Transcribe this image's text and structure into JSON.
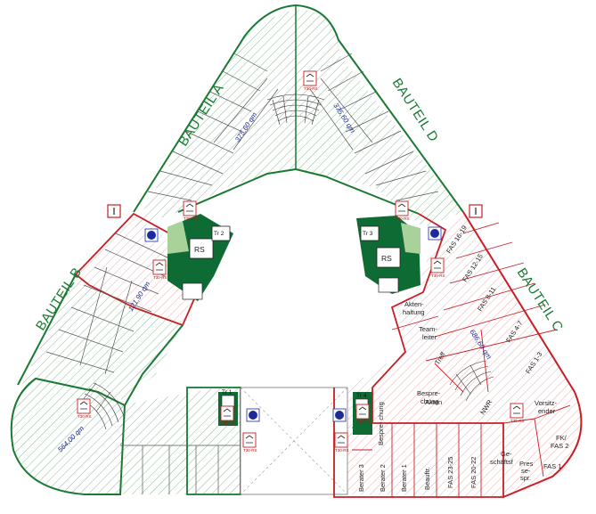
{
  "wings": {
    "a": "BAUTEIL A",
    "b": "BAUTEIL B",
    "c": "BAUTEIL C",
    "d": "BAUTEIL D"
  },
  "areas": {
    "a": "375,60 qm",
    "d": "375,60 qm",
    "b": "121,90 qm",
    "b_round": "564,00 qm",
    "c": "686,60 qm"
  },
  "rooms": {
    "rs_left": "RS",
    "rs_right": "RS",
    "tr1": "Tr 1",
    "tr2": "Tr 2",
    "tr3": "Tr 3",
    "tr4": "Tr 4",
    "fas_16_19": "FAS 16-19",
    "fas_12_15": "FAS 12-15",
    "fas_8_11": "FAS 8-11",
    "fas_4_7": "FAS 4-7",
    "fas_1_3": "FAS 1-3",
    "aktenhaltung": "Akten-\nhaltung",
    "teamleiter": "Team-\nleiter",
    "treff": "Treff",
    "nwr": "NWR",
    "vorsitzender": "Vorsitz-\nender",
    "fk_fas2": "FK/\nFAS 2",
    "fas1": "FAS 1",
    "presse": "Pres-\nse-\nspr.",
    "geschaeftsf": "Ge-\nschäftsf.",
    "fas_20_22": "FAS\n20-22",
    "fas_23_25": "FAS\n23-25",
    "beauftr": "Beauftr.",
    "berater1": "Berater 1",
    "berater2": "Berater 2",
    "berater3": "Berater 3",
    "akten": "Akten",
    "besprechung_big": "Bespre-\nchung",
    "besprechung_small": "Bespre-\nchung"
  },
  "signs": {
    "t30": "T30-RS"
  },
  "colors": {
    "green_wall": "#1a7a32",
    "red_wall": "#c81e24",
    "fill_dark_green": "#0e6b34",
    "fill_light_green": "#a9d19a",
    "hatch_green": "#3f8d4e",
    "hatch_red": "#e07c7f",
    "blue_marker": "#1c2a9a"
  },
  "icons": [
    "fire-door-sign-icon",
    "fire-alarm-icon",
    "emergency-exit-sign-icon"
  ]
}
